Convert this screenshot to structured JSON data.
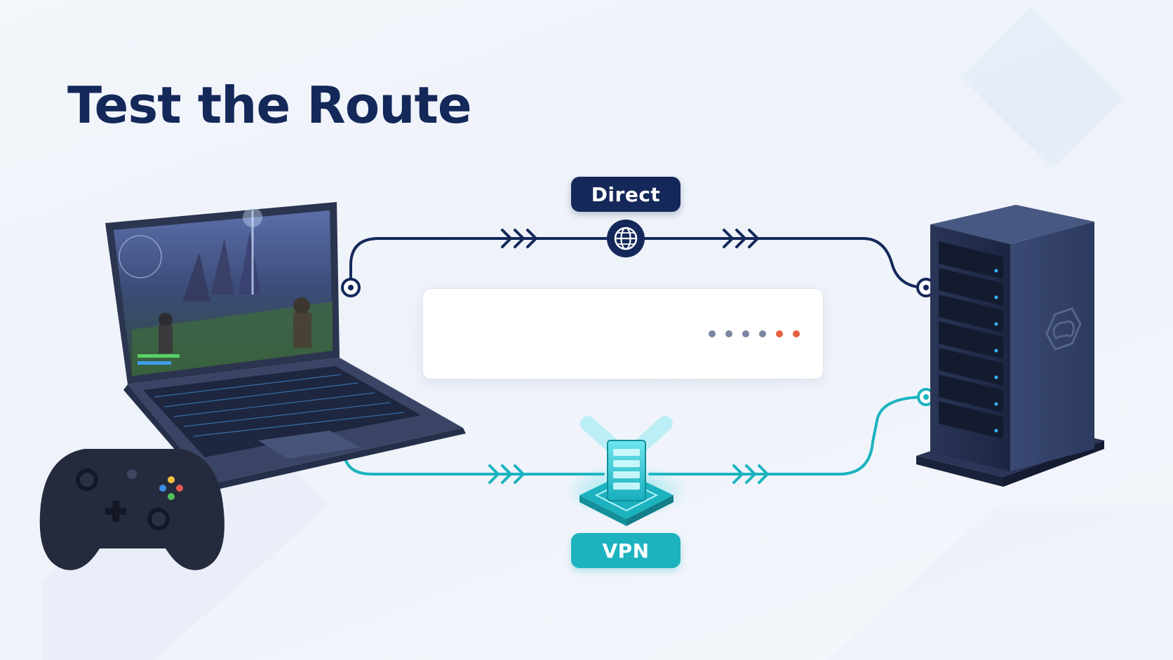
{
  "title": "Test the Route",
  "routes": {
    "direct": {
      "label": "Direct",
      "color": "#14285a"
    },
    "vpn": {
      "label": "VPN",
      "color": "#1cb3bf"
    }
  },
  "icons": {
    "gateway": "globe-icon",
    "vpn_node": "vpn-server-icon",
    "endpoint_device": "laptop-icon",
    "destination": "game-server-icon",
    "controller": "gamepad-icon"
  },
  "metrics": {
    "latency": {
      "color": "#14285a"
    },
    "jitter": {
      "color": "#e8603c"
    },
    "packet_loss": {
      "dots": [
        "#7b86a1",
        "#7b86a1",
        "#7b86a1",
        "#7b86a1",
        "#e8603c",
        "#e8603c"
      ]
    }
  }
}
